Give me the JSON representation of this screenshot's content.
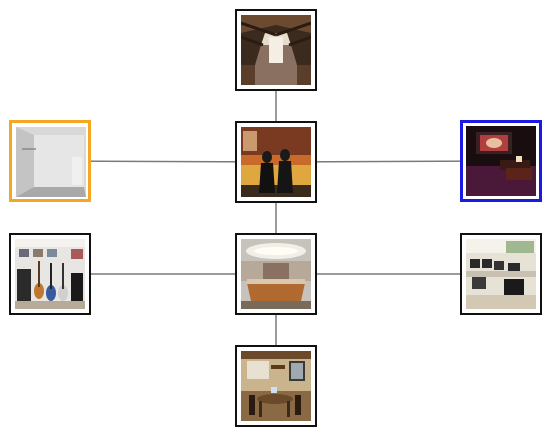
{
  "colors": {
    "edge": "#7a7a7a",
    "node_border": "#111111",
    "highlight_orange": "#f5a623",
    "highlight_blue": "#1a1ae0",
    "background": "#ffffff"
  },
  "nodes": [
    {
      "id": "attic",
      "icon": "attic-room-photo",
      "highlight": "none"
    },
    {
      "id": "empty-room",
      "icon": "empty-room-photo",
      "highlight": "orange"
    },
    {
      "id": "lobby",
      "icon": "lobby-display-photo",
      "highlight": "none"
    },
    {
      "id": "theater",
      "icon": "home-theater-photo",
      "highlight": "blue"
    },
    {
      "id": "music",
      "icon": "music-room-photo",
      "highlight": "none"
    },
    {
      "id": "reception",
      "icon": "reception-desk-photo",
      "highlight": "none"
    },
    {
      "id": "computer",
      "icon": "computer-lab-photo",
      "highlight": "none"
    },
    {
      "id": "dining",
      "icon": "dining-room-photo",
      "highlight": "none"
    }
  ],
  "edges": [
    [
      "attic",
      "lobby"
    ],
    [
      "empty-room",
      "lobby"
    ],
    [
      "lobby",
      "theater"
    ],
    [
      "lobby",
      "reception"
    ],
    [
      "music",
      "reception"
    ],
    [
      "reception",
      "computer"
    ],
    [
      "reception",
      "dining"
    ]
  ]
}
